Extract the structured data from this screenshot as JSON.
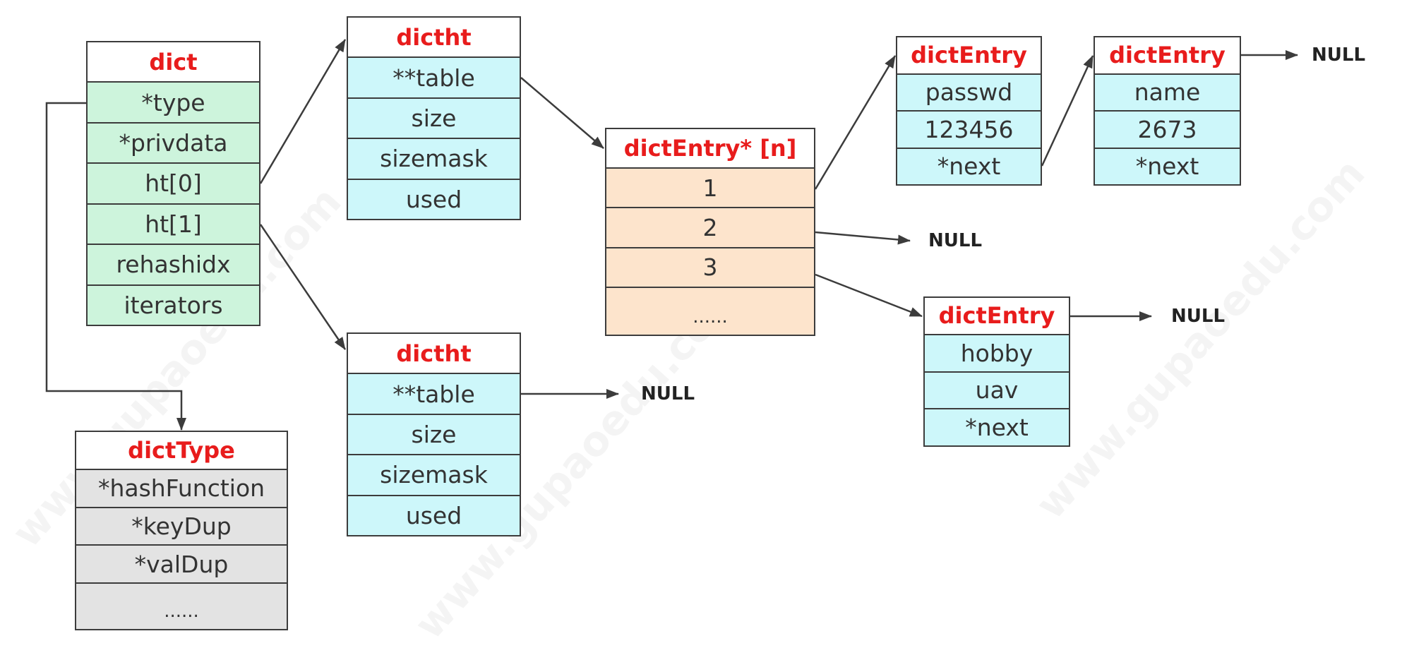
{
  "dict": {
    "title": "dict",
    "fields": [
      "*type",
      "*privdata",
      "ht[0]",
      "ht[1]",
      "rehashidx",
      "iterators"
    ]
  },
  "dictht_0": {
    "title": "dictht",
    "fields": [
      "**table",
      "size",
      "sizemask",
      "used"
    ]
  },
  "dictht_1": {
    "title": "dictht",
    "fields": [
      "**table",
      "size",
      "sizemask",
      "used"
    ]
  },
  "dictType": {
    "title": "dictType",
    "fields": [
      "*hashFunction",
      "*keyDup",
      "*valDup",
      "......"
    ]
  },
  "buckets": {
    "title": "dictEntry* [n]",
    "fields": [
      "1",
      "2",
      "3",
      "......"
    ]
  },
  "entry_passwd": {
    "title": "dictEntry",
    "fields": [
      "passwd",
      "123456",
      "*next"
    ]
  },
  "entry_name": {
    "title": "dictEntry",
    "fields": [
      "name",
      "2673",
      "*next"
    ]
  },
  "entry_hobby": {
    "title": "dictEntry",
    "fields": [
      "hobby",
      "uav",
      "*next"
    ]
  },
  "null_labels": {
    "entry_name": "NULL",
    "bucket_2": "NULL",
    "dictht_1_table": "NULL",
    "entry_hobby": "NULL"
  },
  "watermark": "www.gupaoedu.com",
  "colors": {
    "header-text": "#e81c1c",
    "dict-fill": "#cdf4dc",
    "dictht-fill": "#cdf7fa",
    "bucket-fill": "#fde4cc",
    "dicttype-fill": "#e3e3e3",
    "entry-fill": "#cdf7fa",
    "border": "#3c3c3c",
    "arrow": "#3c3c3c",
    "text": "#333333",
    "null-text": "#222222"
  }
}
